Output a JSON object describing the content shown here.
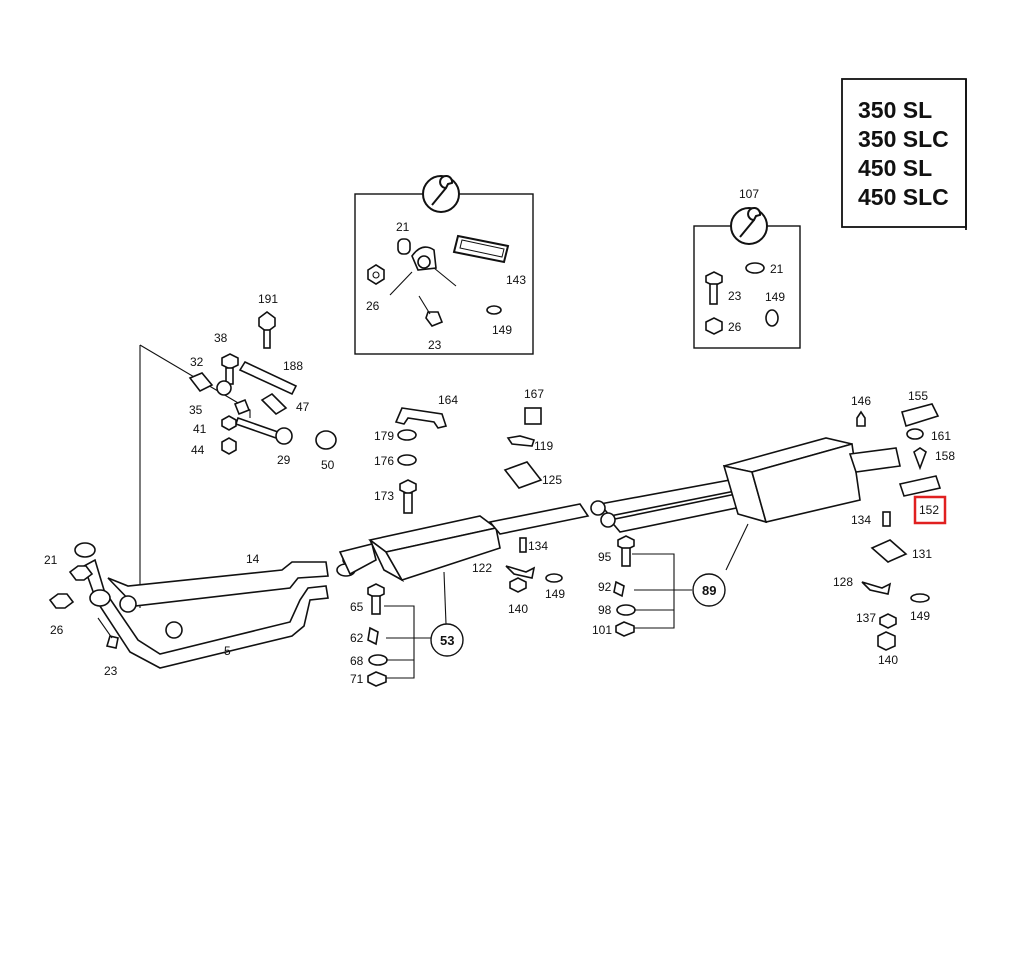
{
  "models": [
    "350 SL",
    "350 SLC",
    "450 SL",
    "450 SLC"
  ],
  "highlight": {
    "label": "152",
    "color": "#e02020"
  },
  "ink": "#111111",
  "inset_boxes": [
    {
      "icon": "wrench-icon",
      "labels": [
        "21",
        "26",
        "23",
        "143",
        "149"
      ]
    },
    {
      "icon": "wrench-icon",
      "code": "107",
      "labels": [
        "21",
        "23",
        "149",
        "26"
      ]
    }
  ],
  "callouts": [
    "53",
    "89"
  ],
  "labels": {
    "l191": "191",
    "l188": "188",
    "l38": "38",
    "l32": "32",
    "l35": "35",
    "l41": "41",
    "l44": "44",
    "l47": "47",
    "l29": "29",
    "l50": "50",
    "l14": "14",
    "l5": "5",
    "l21": "21",
    "l26": "26",
    "l23": "23",
    "l164": "164",
    "l179": "179",
    "l176": "176",
    "l173": "173",
    "l167": "167",
    "l119": "119",
    "l125": "125",
    "l134a": "134",
    "l122": "122",
    "l140a": "140",
    "l149a": "149",
    "l65": "65",
    "l62": "62",
    "l68": "68",
    "l71": "71",
    "l95": "95",
    "l92": "92",
    "l98": "98",
    "l101": "101",
    "l146": "146",
    "l155": "155",
    "l161": "161",
    "l158": "158",
    "l152": "152",
    "l134b": "134",
    "l131": "131",
    "l128": "128",
    "l149b": "149",
    "l137": "137",
    "l140b": "140",
    "b1_21": "21",
    "b1_26": "26",
    "b1_23": "23",
    "b1_143": "143",
    "b1_149": "149",
    "b2_107": "107",
    "b2_21": "21",
    "b2_23": "23",
    "b2_149": "149",
    "b2_26": "26",
    "c53": "53",
    "c89": "89"
  }
}
